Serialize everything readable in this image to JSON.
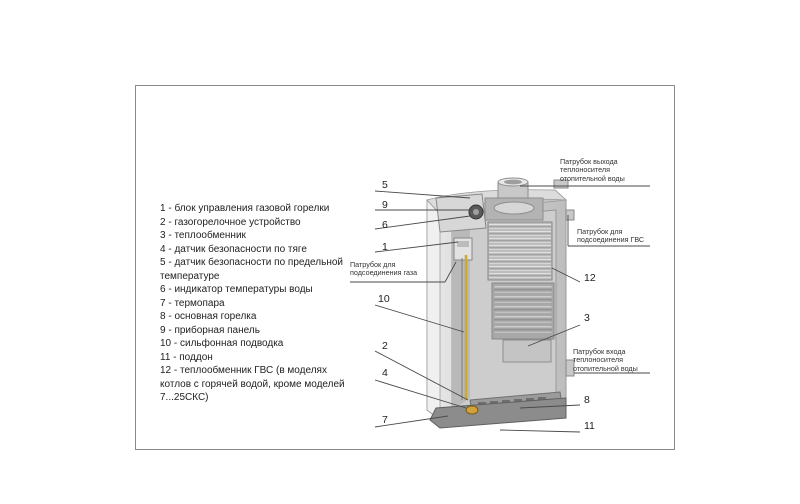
{
  "legend": [
    "1 - блок управления газовой горелки",
    "2 - газогорелочное устройство",
    "3 - теплообменник",
    "4 - датчик безопасности по тяге",
    "5 - датчик безопасности по предельной температуре",
    "6 - индикатор температуры воды",
    "7 - термопара",
    "8 - основная горелка",
    "9 - приборная панель",
    "10 - сильфонная подводка",
    "11 - поддон",
    "12 - теплообменник ГВС (в моделях котлов с горячей водой, кроме моделей 7...25СКС)"
  ],
  "callouts": {
    "outlet_line1": "Патрубок выхода",
    "outlet_line2": "теплоносителя",
    "outlet_line3": "отопительной воды",
    "dhw_line1": "Патрубок для",
    "dhw_line2": "подсоединения ГВС",
    "gas_line1": "Патрубок для",
    "gas_line2": "подсоединения газа",
    "inlet_line1": "Патрубок входа",
    "inlet_line2": "теплоносителя",
    "inlet_line3": "отопительной воды"
  },
  "numbers": {
    "n1": "1",
    "n2": "2",
    "n3": "3",
    "n4": "4",
    "n5": "5",
    "n6": "6",
    "n7": "7",
    "n8": "8",
    "n9": "9",
    "n10": "10",
    "n11": "11",
    "n12": "12"
  }
}
